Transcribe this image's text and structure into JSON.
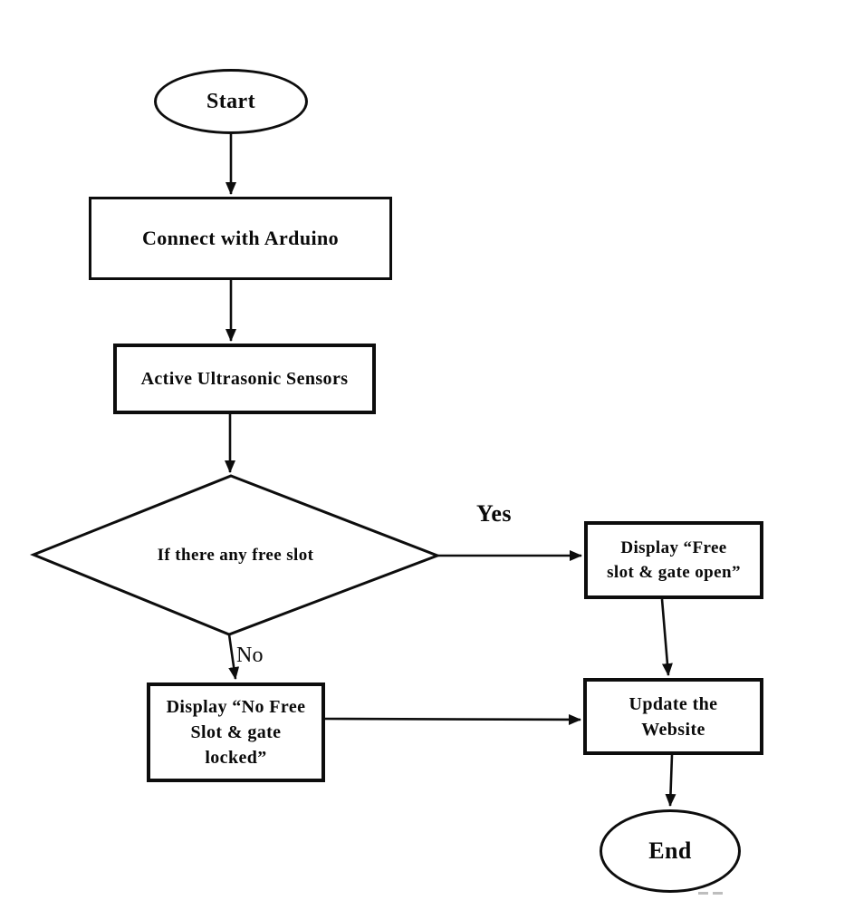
{
  "diagram": {
    "type": "flowchart",
    "background": "#ffffff",
    "stroke_color": "#0d0d0d",
    "text_color": "#0a0a0a",
    "nodes": {
      "start": {
        "shape": "ellipse",
        "label": "Start"
      },
      "connect": {
        "shape": "rectangle",
        "label": "Connect with Arduino"
      },
      "sensors": {
        "shape": "rectangle",
        "label": "Active Ultrasonic Sensors"
      },
      "decision": {
        "shape": "diamond",
        "label": "If there any free slot"
      },
      "display_free": {
        "shape": "rectangle",
        "lines": [
          "Display “Free",
          "slot & gate open”"
        ]
      },
      "display_no_free": {
        "shape": "rectangle",
        "lines": [
          "Display “No Free",
          "Slot & gate",
          "locked”"
        ]
      },
      "update": {
        "shape": "rectangle",
        "lines": [
          "Update the",
          "Website"
        ]
      },
      "end": {
        "shape": "ellipse",
        "label": "End"
      }
    },
    "edges": [
      {
        "from": "start",
        "to": "connect",
        "label": ""
      },
      {
        "from": "connect",
        "to": "sensors",
        "label": ""
      },
      {
        "from": "sensors",
        "to": "decision",
        "label": ""
      },
      {
        "from": "decision",
        "to": "display_free",
        "label": "Yes"
      },
      {
        "from": "decision",
        "to": "display_no_free",
        "label": "No"
      },
      {
        "from": "display_no_free",
        "to": "update",
        "label": ""
      },
      {
        "from": "display_free",
        "to": "update",
        "label": ""
      },
      {
        "from": "update",
        "to": "end",
        "label": ""
      }
    ]
  }
}
